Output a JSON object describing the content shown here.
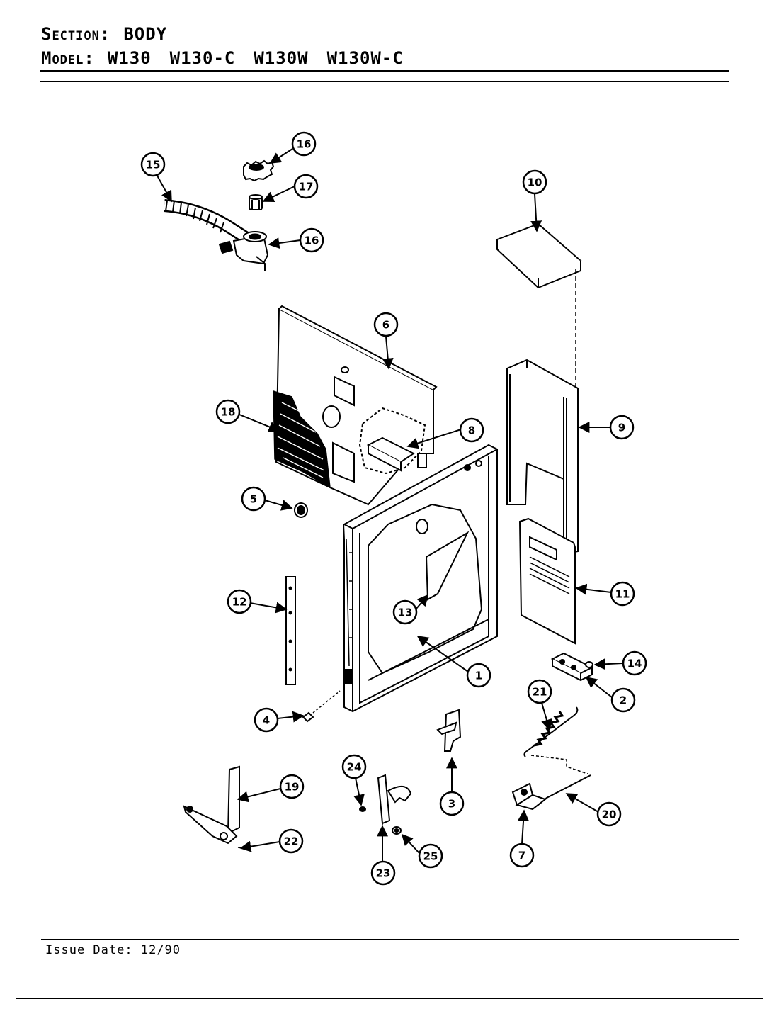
{
  "header": {
    "section_label": "Section:",
    "section_value": "BODY",
    "model_label": "Model:",
    "models": [
      "W130",
      "W130-C",
      "W130W",
      "W130W-C"
    ]
  },
  "footer": {
    "issue_label": "Issue Date:",
    "issue_date": "12/90"
  },
  "callouts": [
    "1",
    "2",
    "3",
    "4",
    "5",
    "6",
    "7",
    "8",
    "9",
    "10",
    "11",
    "12",
    "13",
    "14",
    "15",
    "16",
    "16",
    "17",
    "18",
    "19",
    "20",
    "21",
    "22",
    "23",
    "24",
    "25"
  ]
}
